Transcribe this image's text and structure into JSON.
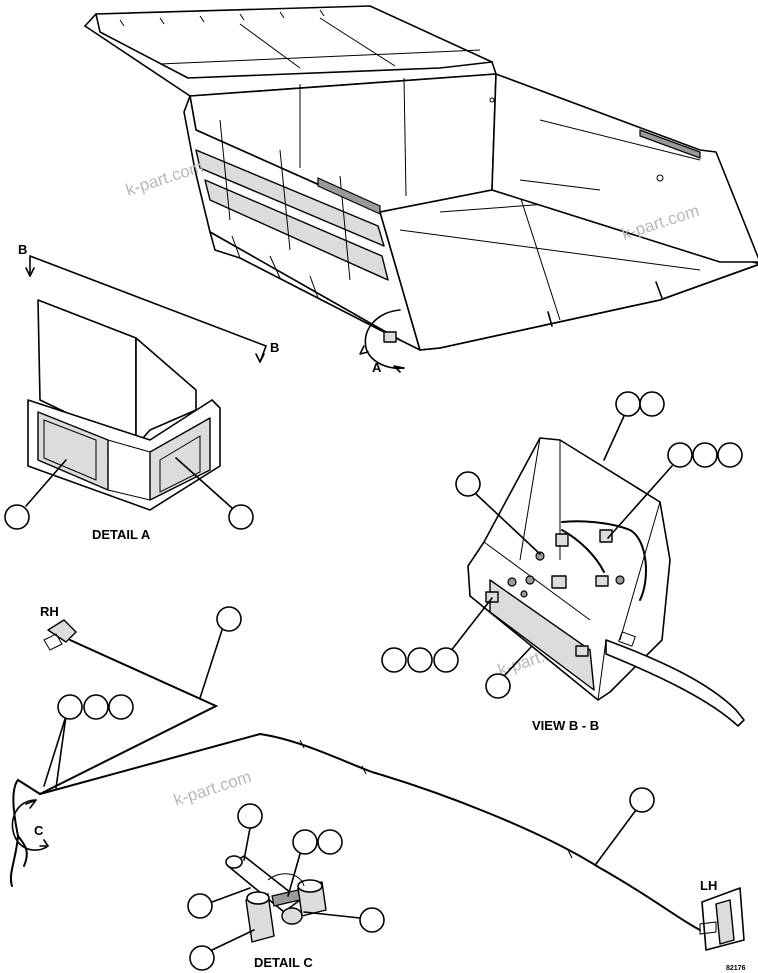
{
  "watermark": "k-part.com",
  "labels": {
    "detail_a": "DETAIL A",
    "detail_c": "DETAIL C",
    "view_bb": "VIEW B - B",
    "rh": "RH",
    "lh": "LH",
    "section_b": "B",
    "arrow_a": "A",
    "arrow_c": "C",
    "drawing_no": "82176"
  }
}
